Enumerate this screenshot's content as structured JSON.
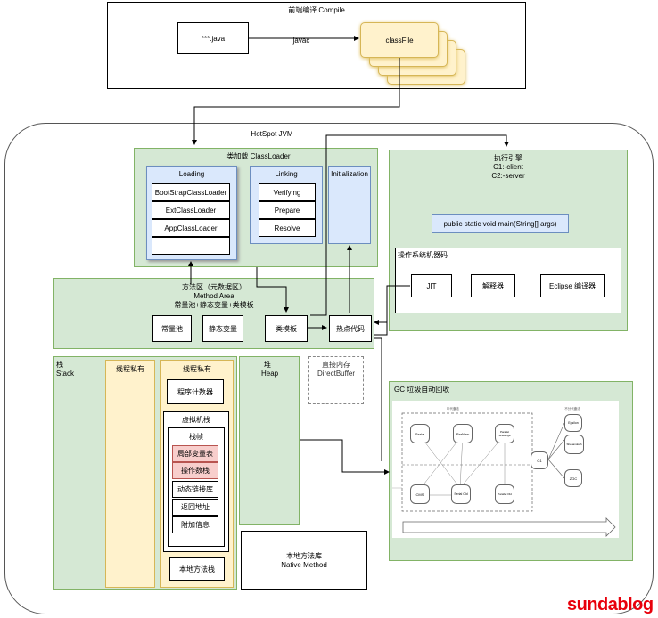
{
  "compile": {
    "title": "前端编译 Compile",
    "java": "***.java",
    "javac": "javac",
    "classfile": "classFile"
  },
  "jvm": {
    "title": "HotSpot JVM"
  },
  "classloader": {
    "title": "类加载 ClassLoader",
    "loading": {
      "title": "Loading",
      "items": [
        "BootStrapClassLoader",
        "ExtClassLoader",
        "AppClassLoader",
        "....."
      ]
    },
    "linking": {
      "title": "Linking",
      "items": [
        "Verifying",
        "Prepare",
        "Resolve"
      ]
    },
    "initialization": {
      "title": "Initialization"
    }
  },
  "engine": {
    "title": "执行引擎",
    "c1": "C1:-client",
    "c2": "C2:-server",
    "main": "public static void main(String[] args)",
    "machine_code": "操作系统机器码",
    "jit": "JIT",
    "interpreter": "解释器",
    "eclipse": "Eclipse 编译器"
  },
  "method_area": {
    "line1": "方法区（元数据区）",
    "line2": "Method Area",
    "line3": "常量池+静态变量+类模板",
    "constant_pool": "常量池",
    "static_vars": "静态变量",
    "class_template": "类模板",
    "hot_code": "热点代码"
  },
  "stack": {
    "title1": "栈",
    "title2": "Stack",
    "thread_private_a": "线程私有",
    "thread_private_b": "线程私有",
    "pc": "程序计数器",
    "vm_stack": "虚拟机栈",
    "frame": "栈帧",
    "frame_items": [
      "局部变量表",
      "操作数栈",
      "动态链接库",
      "返回地址",
      "附加信息"
    ],
    "native_stack": "本地方法栈"
  },
  "heap": {
    "title1": "堆",
    "title2": "Heap"
  },
  "direct": {
    "line1": "直接内存",
    "line2": "DirectBuffer"
  },
  "gc": {
    "title": "GC  垃圾自动回收",
    "young": "年代囊法",
    "old": "不分代囊法",
    "nodes": [
      "Serial",
      "ParNew",
      "Parallel Scavenge",
      "CMS",
      "Serial Old",
      "Parallel Old",
      "G1",
      "Epsilon",
      "Shenandoah",
      "ZGC"
    ]
  },
  "native_lib": {
    "line1": "本地方法库",
    "line2": "Native Method"
  },
  "brand": "sundablog"
}
